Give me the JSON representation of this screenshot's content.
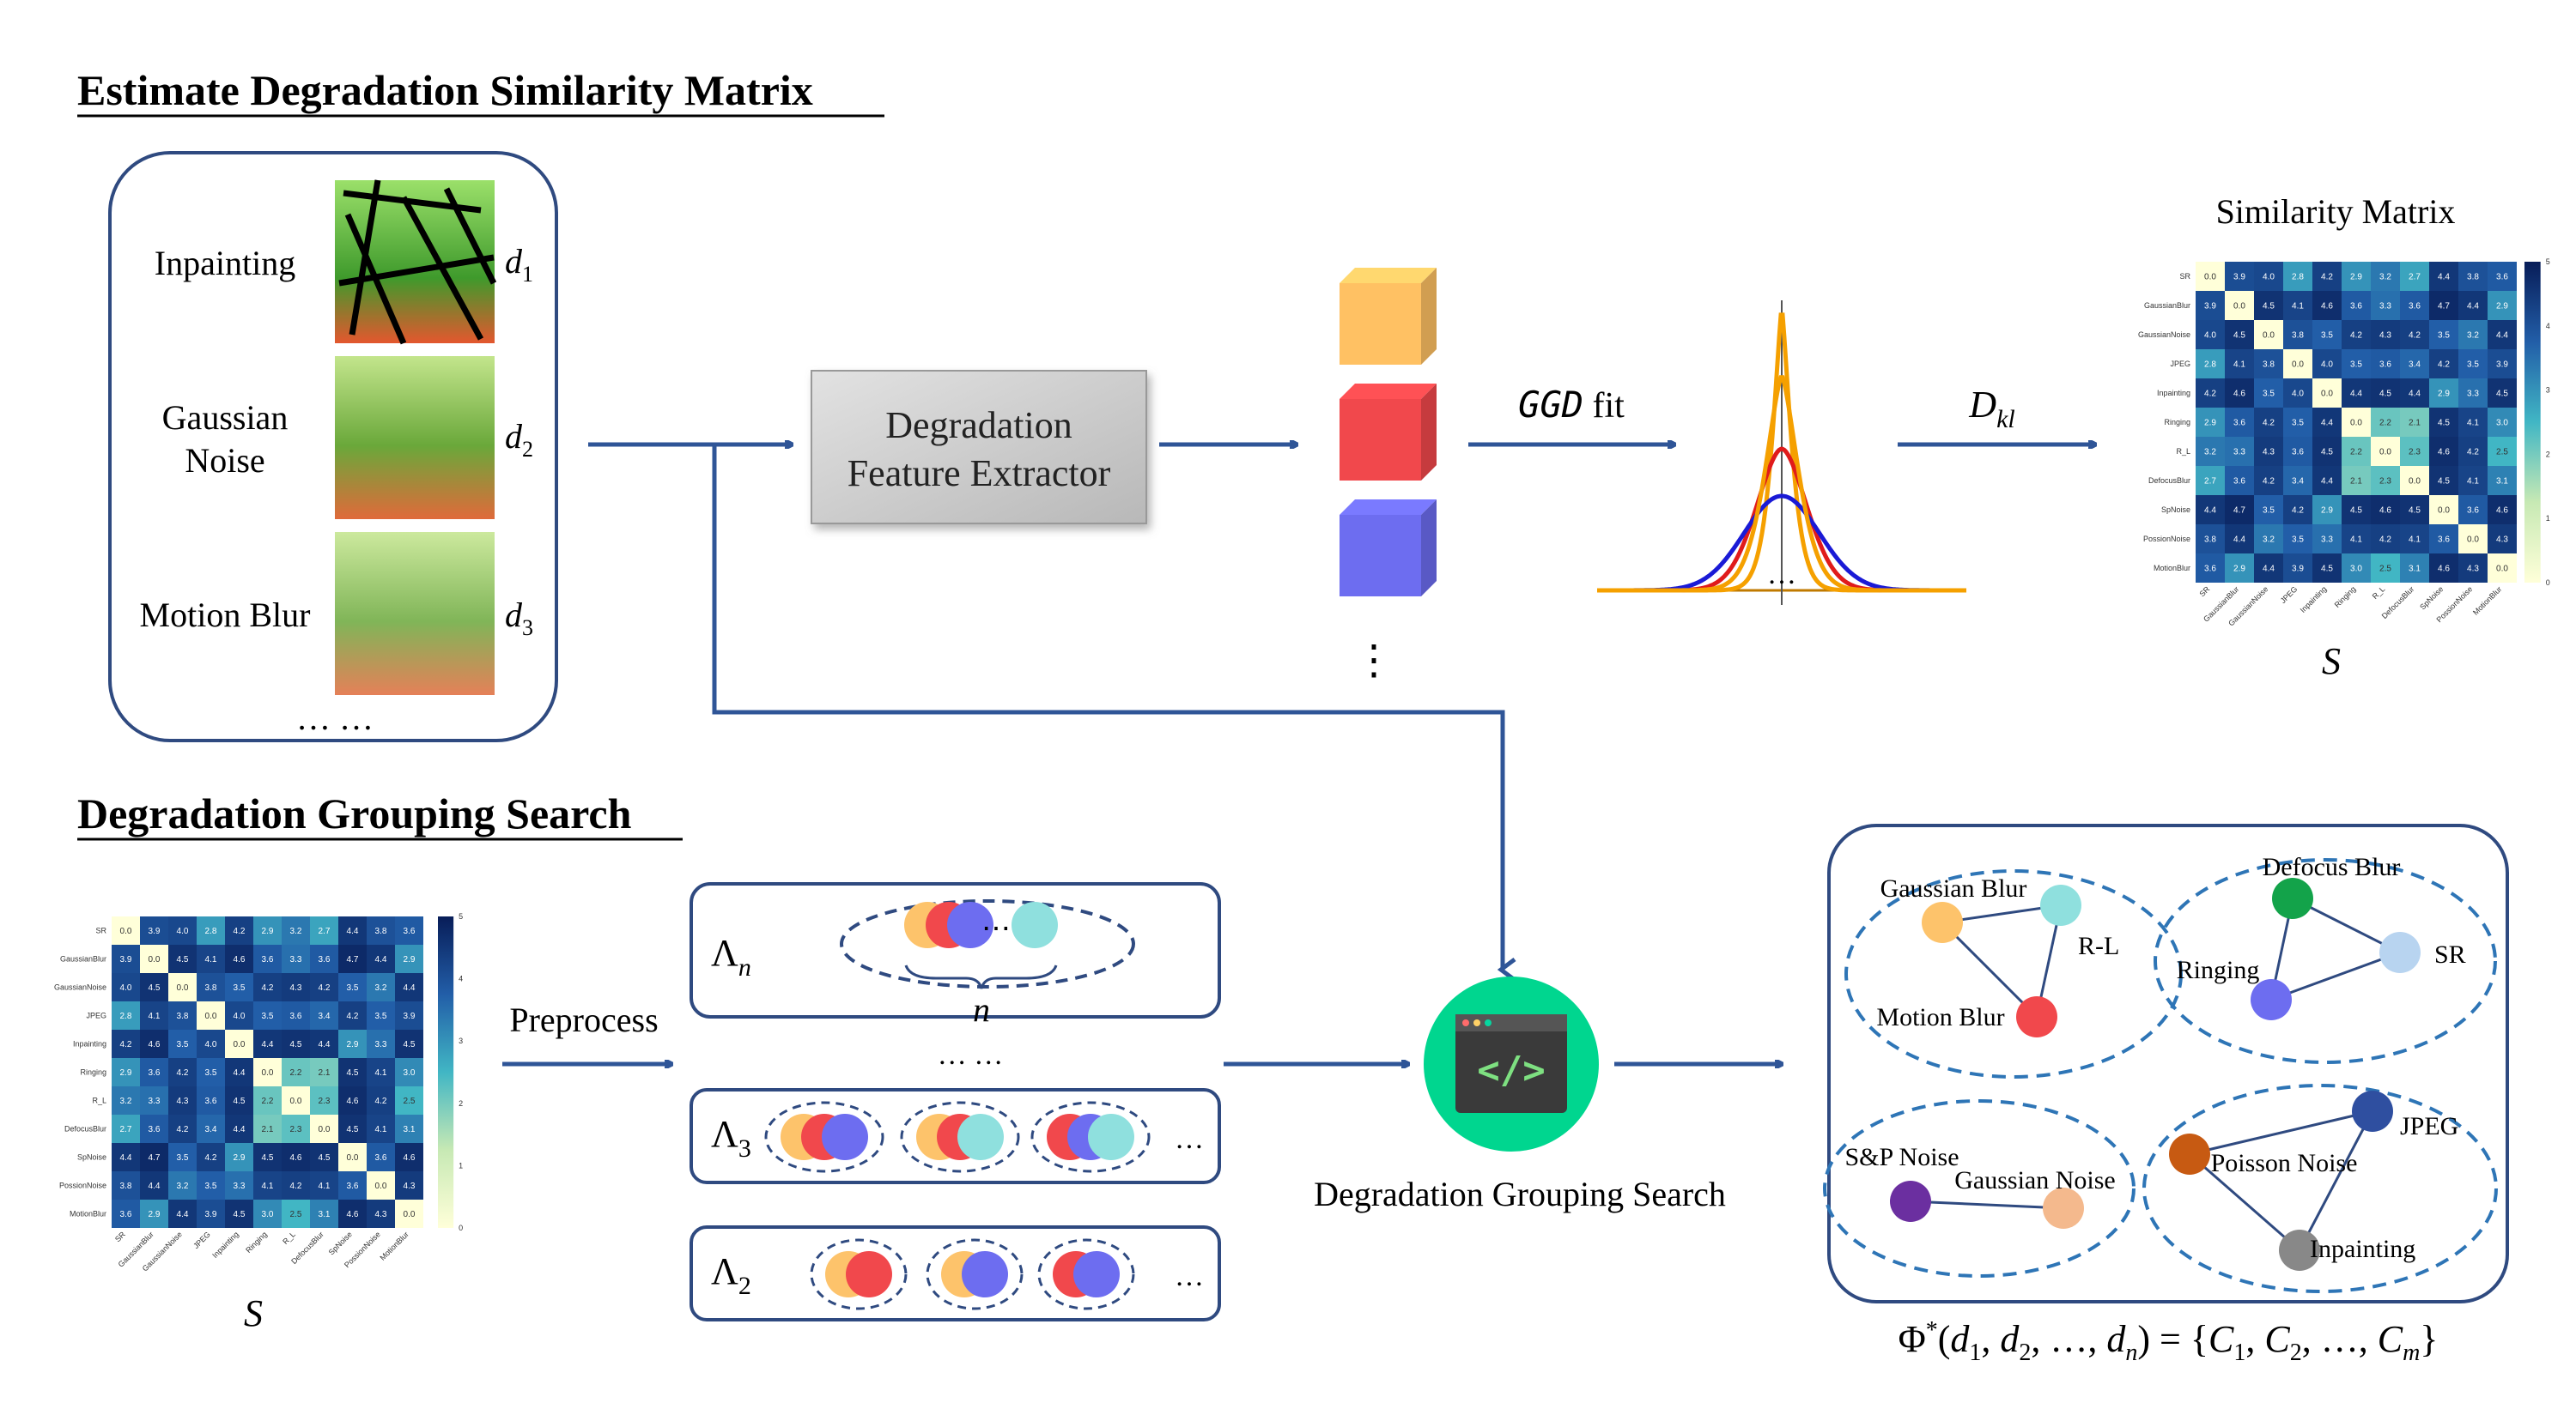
{
  "sections": {
    "top_title": "Estimate Degradation Similarity Matrix",
    "bottom_title": "Degradation Grouping Search"
  },
  "degradation_list": {
    "items": [
      {
        "label_lines": [
          "Inpainting"
        ],
        "symbol": "d",
        "sub": "1"
      },
      {
        "label_lines": [
          "Gaussian",
          "Noise"
        ],
        "symbol": "d",
        "sub": "2"
      },
      {
        "label_lines": [
          "Motion Blur"
        ],
        "symbol": "d",
        "sub": "3"
      }
    ],
    "ellipsis": "… …"
  },
  "extractor": {
    "line1": "Degradation",
    "line2": "Feature Extractor"
  },
  "feature_colors": [
    "#ffc163",
    "#f1484c",
    "#6d6df0"
  ],
  "feature_ellipsis": "⋮",
  "ggd": {
    "label": "GGD",
    "fit": "fit",
    "curve_colors": [
      "#f5a000",
      "#e01b1b",
      "#1a1ad6"
    ],
    "ellipsis": "…"
  },
  "dkl": {
    "symbol": "D",
    "sub": "kl"
  },
  "similarity": {
    "title": "Similarity Matrix",
    "symbol": "S",
    "labels": [
      "SR",
      "GaussianBlur",
      "GaussianNoise",
      "JPEG",
      "Inpainting",
      "Ringing",
      "R_L",
      "DefocusBlur",
      "SpNoise",
      "PossionNoise",
      "MotionBlur"
    ],
    "matrix": [
      [
        0.0,
        3.9,
        4.0,
        2.8,
        4.2,
        2.9,
        3.2,
        2.7,
        4.4,
        3.8,
        3.6
      ],
      [
        3.9,
        0.0,
        4.5,
        4.1,
        4.6,
        3.6,
        3.3,
        3.6,
        4.7,
        4.4,
        2.9
      ],
      [
        4.0,
        4.5,
        0.0,
        3.8,
        3.5,
        4.2,
        4.3,
        4.2,
        3.5,
        3.2,
        4.4
      ],
      [
        2.8,
        4.1,
        3.8,
        0.0,
        4.0,
        3.5,
        3.6,
        3.4,
        4.2,
        3.5,
        3.9
      ],
      [
        4.2,
        4.6,
        3.5,
        4.0,
        0.0,
        4.4,
        4.5,
        4.4,
        2.9,
        3.3,
        4.5
      ],
      [
        2.9,
        3.6,
        4.2,
        3.5,
        4.4,
        0.0,
        2.2,
        2.1,
        4.5,
        4.1,
        3.0
      ],
      [
        3.2,
        3.3,
        4.3,
        3.6,
        4.5,
        2.2,
        0.0,
        2.3,
        4.6,
        4.2,
        2.5
      ],
      [
        2.7,
        3.6,
        4.2,
        3.4,
        4.4,
        2.1,
        2.3,
        0.0,
        4.5,
        4.1,
        3.1
      ],
      [
        4.4,
        4.7,
        3.5,
        4.2,
        2.9,
        4.5,
        4.6,
        4.5,
        0.0,
        3.6,
        4.6
      ],
      [
        3.8,
        4.4,
        3.2,
        3.5,
        3.3,
        4.1,
        4.2,
        4.1,
        3.6,
        0.0,
        4.3
      ],
      [
        3.6,
        2.9,
        4.4,
        3.9,
        4.5,
        3.0,
        2.5,
        3.1,
        4.6,
        4.3,
        0.0
      ]
    ],
    "colorbar_ticks": [
      "0",
      "1",
      "2",
      "3",
      "4",
      "5"
    ]
  },
  "preprocess": {
    "label": "Preprocess"
  },
  "lambda_boxes": [
    {
      "symbol": "Λ",
      "sub": "n",
      "brace_label": "n",
      "dots": "⋯"
    },
    {
      "symbol": "Λ",
      "sub": "3",
      "ellipsis": "…"
    },
    {
      "symbol": "Λ",
      "sub": "2",
      "ellipsis": "…"
    }
  ],
  "lambda_gap": "… …",
  "search": {
    "icon_text": "</>",
    "label": "Degradation Grouping Search",
    "color": "#00d68f"
  },
  "clusters": [
    {
      "nodes": [
        {
          "label": "Gaussian Blur",
          "color": "#fdc36b"
        },
        {
          "label": "R-L",
          "color": "#8fe0de"
        },
        {
          "label": "Motion Blur",
          "color": "#f1484c"
        }
      ]
    },
    {
      "nodes": [
        {
          "label": "Defocus Blur",
          "color": "#13a34a"
        },
        {
          "label": "SR",
          "color": "#b8d4f0"
        },
        {
          "label": "Ringing",
          "color": "#6d6df0"
        }
      ]
    },
    {
      "nodes": [
        {
          "label": "S&P Noise",
          "color": "#6b2fa0"
        },
        {
          "label": "Gaussian Noise",
          "color": "#f4b98d"
        }
      ]
    },
    {
      "nodes": [
        {
          "label": "JPEG",
          "color": "#2f4fa0"
        },
        {
          "label": "Poisson Noise",
          "color": "#c75a12"
        },
        {
          "label": "Inpainting",
          "color": "#888888"
        }
      ]
    }
  ],
  "formula": {
    "phi": "Φ",
    "star": "*",
    "args": [
      {
        "v": "d",
        "s": "1"
      },
      {
        "v": "d",
        "s": "2"
      },
      {
        "v": "d",
        "s": "n"
      }
    ],
    "sets": [
      {
        "v": "C",
        "s": "1"
      },
      {
        "v": "C",
        "s": "2"
      },
      {
        "v": "C",
        "s": "m"
      }
    ],
    "ellipsis": "…"
  },
  "colors": {
    "arrow": "#2f5597",
    "box_border": "#2f4a80",
    "dashed": "#2e75b6"
  }
}
